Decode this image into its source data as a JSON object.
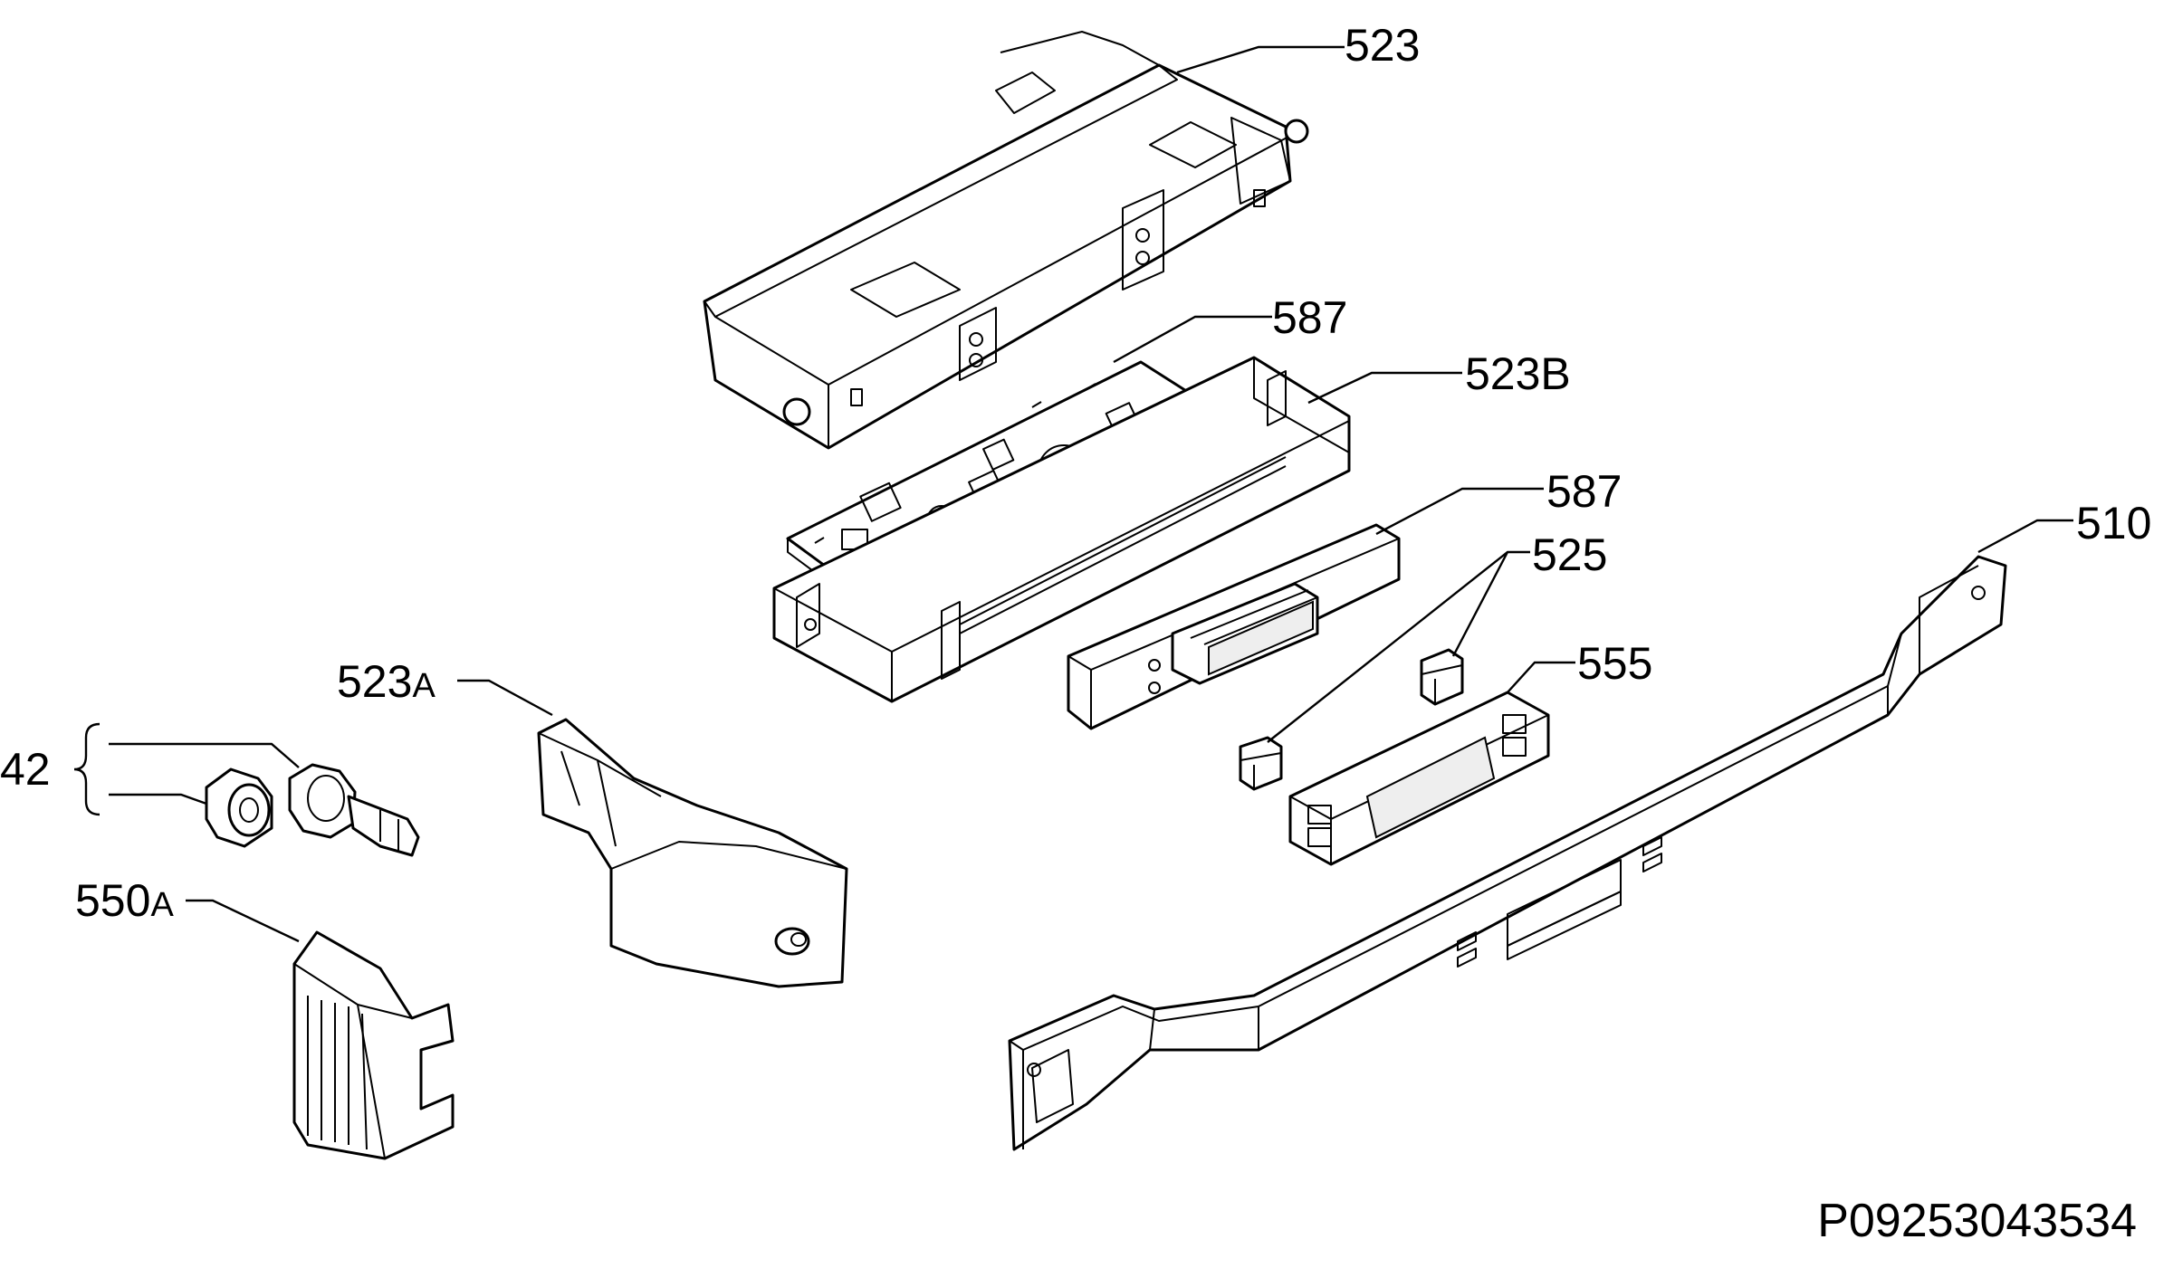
{
  "labels": {
    "l523": "523",
    "l587a": "587",
    "l523b": "523B",
    "l587b": "587",
    "l510": "510",
    "l525": "525",
    "l555": "555",
    "l523a_num": "523",
    "l523a_suffix": "A",
    "l42": "42",
    "l550a_num": "550",
    "l550a_suffix": "A"
  },
  "drawing_code": "P09253043534"
}
